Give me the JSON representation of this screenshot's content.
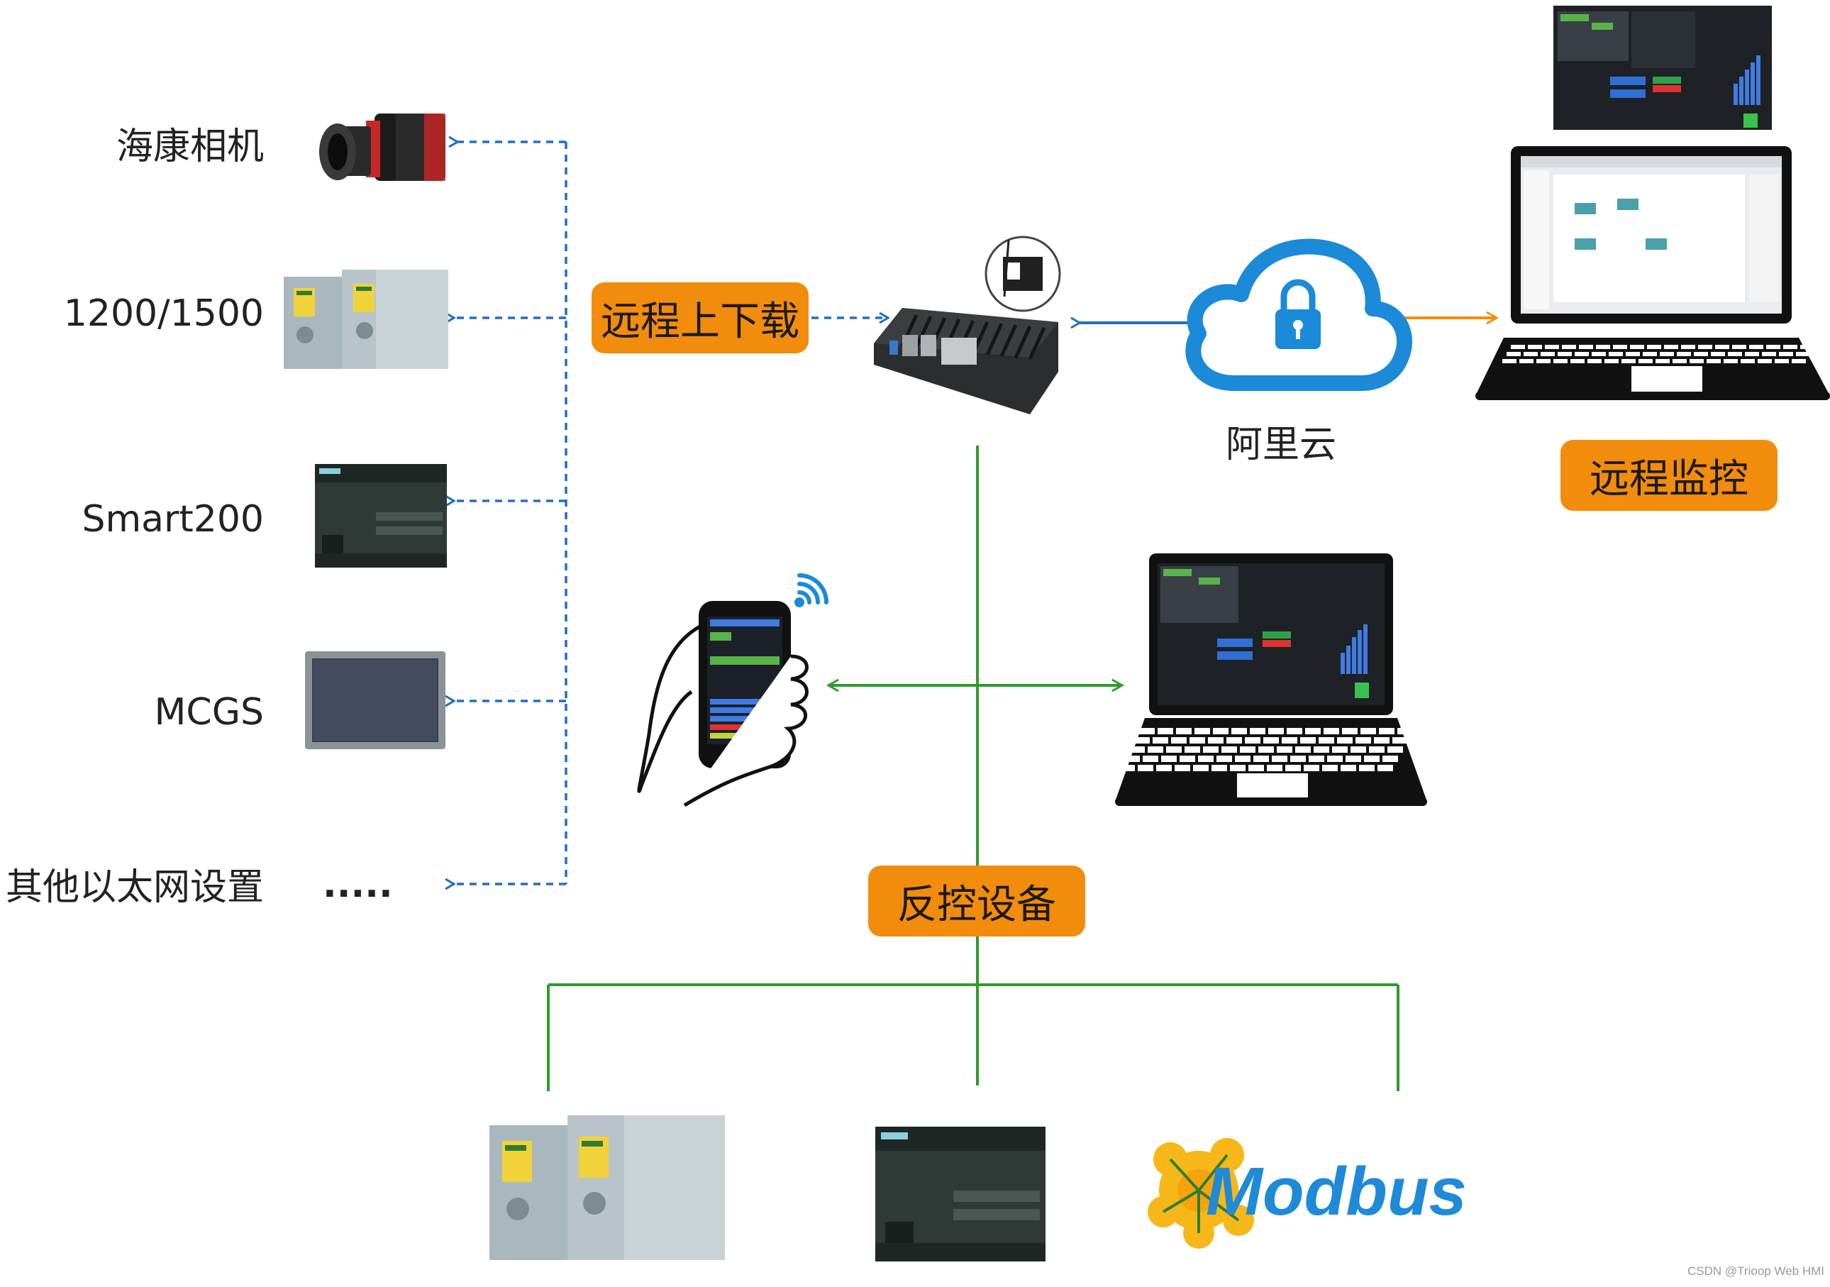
{
  "colors": {
    "blue_dashed": "#1f6fbf",
    "green": "#2e9b2e",
    "orange": "#f0900a",
    "cloud": "#1b8ad8",
    "pill": "#f28c0c"
  },
  "devices_left": [
    {
      "label": "海康相机",
      "icon": "thermal-camera-icon"
    },
    {
      "label": "1200/1500",
      "icon": "siemens-s7-1500-plc-icon"
    },
    {
      "label": "Smart200",
      "icon": "siemens-smart200-plc-icon"
    },
    {
      "label": "MCGS",
      "icon": "hmi-panel-icon"
    },
    {
      "label": "其他以太网设置",
      "icon": "more-dots-icon"
    }
  ],
  "ellipsis": ".....",
  "pills": {
    "remote_download": "远程上下载",
    "remote_monitor": "远程监控",
    "control_devices": "反控设备"
  },
  "cloud_label": "阿里云",
  "bottom_devices": [
    {
      "icon": "siemens-s7-1500-plc-icon"
    },
    {
      "icon": "siemens-smart200-plc-icon"
    },
    {
      "label": "Modbus",
      "icon": "modbus-logo-icon"
    }
  ],
  "watermark": "CSDN @Trioop Web HMI"
}
